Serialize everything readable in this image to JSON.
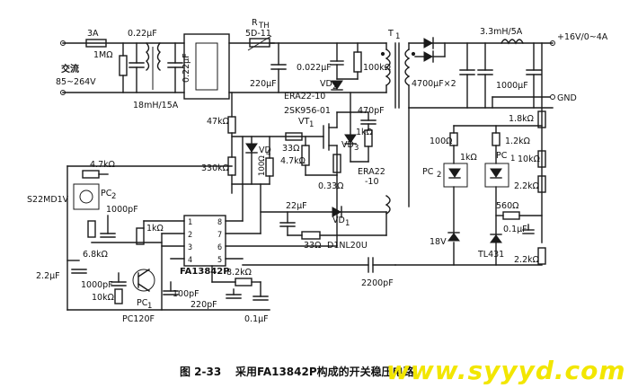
{
  "input": {
    "label_ac": "交流",
    "label_range": "85~264V",
    "fuse": "3A",
    "cap_x1": "0.22μF",
    "res_bleed": "1MΩ",
    "cap_x2": "0.22μF",
    "choke": "18mH/15A"
  },
  "thermistor": {
    "name": "R",
    "sub": "TH",
    "value": "5D-11"
  },
  "primary": {
    "bulk_cap": "220μF",
    "snub_cap": "0.022μF",
    "snub_res": "100kΩ",
    "vd2": "VD",
    "vd2_sub": "2",
    "era_a": "ERA22-10",
    "fet": "2SK956-01",
    "vt1": "VT",
    "vt1_sub": "1",
    "vd3": "VD",
    "vd3_sub": "3",
    "cap_470p": "470pF",
    "r_1k": "1kΩ",
    "r_33": "33Ω",
    "r_4k7": "4.7kΩ",
    "r_100": "100Ω",
    "vd4": "VD",
    "vd4_sub": "4",
    "r_033": "0.33Ω",
    "era_b1": "ERA22",
    "era_b2": "-10",
    "r_47k": "47kΩ",
    "r_330k": "330kΩ"
  },
  "transformer": {
    "name": "T",
    "sub": "1"
  },
  "secondary": {
    "inductor": "3.3mH/5A",
    "out_cap": "4700μF×2",
    "out_cap2": "1000μF",
    "out_label": "+16V/0~4A",
    "gnd_label": "GND",
    "r_18k": "1.8kΩ",
    "r_12k": "1.2kΩ",
    "r_10k": "10kΩ",
    "r_100": "100Ω",
    "r_1k": "1kΩ",
    "pc2": "PC",
    "pc2_sub": "2",
    "pc1": "PC",
    "pc1_sub": "1",
    "r_22k": "2.2kΩ",
    "r_560": "560Ω",
    "cap_01": "0.1μF",
    "zener": "18V",
    "tl431": "TL431",
    "r_22k_b": "2.2kΩ"
  },
  "control": {
    "s22md1v": "S22MD1V",
    "r_4k7": "4.7kΩ",
    "pc2": "PC",
    "pc2_sub": "2",
    "cap_1000p": "1000pF",
    "r_1k": "1kΩ",
    "r_6k8": "6.8kΩ",
    "cap_2u2": "2.2μF",
    "cap_1000p_b": "1000pF",
    "r_10k": "10kΩ",
    "pc1": "PC",
    "pc1_sub": "1",
    "pc120f": "PC120F",
    "ic": "FA13842P",
    "r_8k2": "8.2kΩ",
    "cap_100p": "100pF",
    "cap_220p": "220pF",
    "cap_01": "0.1μF",
    "cap_22u": "22μF",
    "vd1": "VD",
    "vd1_sub": "1",
    "r_33": "33Ω",
    "d1nl": "D1NL20U",
    "cap_2200p": "2200pF",
    "pins": [
      "1",
      "2",
      "3",
      "4",
      "5",
      "6",
      "7",
      "8"
    ]
  },
  "caption": {
    "fig": "图 2-33",
    "text": "采用FA13842P构成的开关稳压电路"
  },
  "watermark": "www.syyyd.com"
}
